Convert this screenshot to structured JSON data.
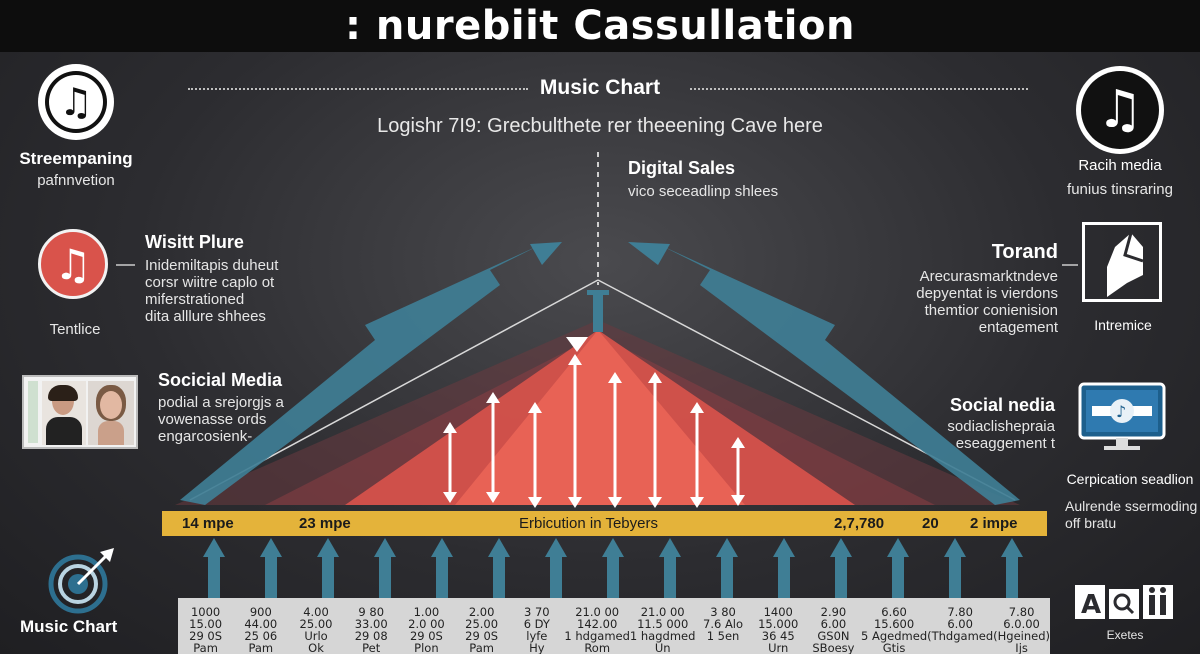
{
  "title": ": nurebiit Cassullation",
  "header": {
    "chart_title": "Music Chart",
    "subtitle": "Logishr 7I9: Grecbulthete rer theeening Cave here"
  },
  "center": {
    "title": "Digital Sales",
    "subtitle": "vico seceadlinp shlees"
  },
  "left": {
    "streaming": {
      "title": "Streempaning",
      "subtitle": "pafnnvetion"
    },
    "wisitt": {
      "title": "Wisitt Plure",
      "lines": [
        "Inidemiltapis duheut",
        "corsr wiitre caplo ot",
        "miferstrationed",
        "dita alllure shhees"
      ],
      "caption": "Tentlice"
    },
    "social": {
      "title": "Socicial Media",
      "lines": [
        "podial a srejorgjs a",
        "vowenasse ords",
        "engarcosienk-"
      ]
    },
    "bottom_caption": "Music Chart"
  },
  "right": {
    "rich_media": {
      "title": "Racih media",
      "subtitle": "funius tinsraring"
    },
    "torand": {
      "title": "Torand",
      "lines": [
        "Arecurasmarktndeve",
        "depyentat is vierdons",
        "themtior conienision",
        "entagement"
      ],
      "caption": "Intremice"
    },
    "social_nedia": {
      "title": "Social nedia",
      "lines": [
        "sodiaclishepraia",
        "eseaggement t"
      ]
    },
    "computer": {
      "title": "Cerpication seadlion",
      "lines": [
        "Aulrende ssermoding",
        "off bratu"
      ]
    },
    "bottom_caption": "Exetes"
  },
  "banner": {
    "left1": "14 mpe",
    "left2": "23 mpe",
    "center": "Erbicution in Tebyers",
    "right1": "2,7,780",
    "right2": "20",
    "right3": "2 impe"
  },
  "table": [
    [
      "1000",
      "15.00",
      "29 0S",
      "Pam"
    ],
    [
      "900",
      "44.00",
      "25 06",
      "Pam"
    ],
    [
      "4.00",
      "25.00",
      "Urlo",
      "Ok"
    ],
    [
      "9 80",
      "33.00",
      "29 08",
      "Pet"
    ],
    [
      "1.00",
      "2.0 00",
      "29 0S",
      "Plon"
    ],
    [
      "2.00",
      "25.00",
      "29 0S",
      "Pam"
    ],
    [
      "3 70",
      "6 DY",
      "lyfe",
      "Hy"
    ],
    [
      "21.0 00",
      "142.00",
      "1 hdgamed",
      "Rom"
    ],
    [
      "21.0 00",
      "11.5 000",
      "1 hagdmed",
      "Un"
    ],
    [
      "3 80",
      "7.6 Alo",
      "1 5en",
      ""
    ],
    [
      "1400",
      "15.000",
      "36 45",
      "Urn"
    ],
    [
      "2.90",
      "6.00",
      "GS0N",
      "SBoesy"
    ],
    [
      "6.60",
      "15.600",
      "5 Agedmed",
      "Gtis"
    ],
    [
      "7.80",
      "6.00",
      "(Thdgamed",
      ""
    ],
    [
      "7.80",
      "6.0.00",
      "(Hgeined)",
      "Ijs"
    ]
  ],
  "colors": {
    "teal": "#3f7e95",
    "red": "#e0544a",
    "banner": "#e4b33a",
    "table": "#d6d6d6"
  }
}
